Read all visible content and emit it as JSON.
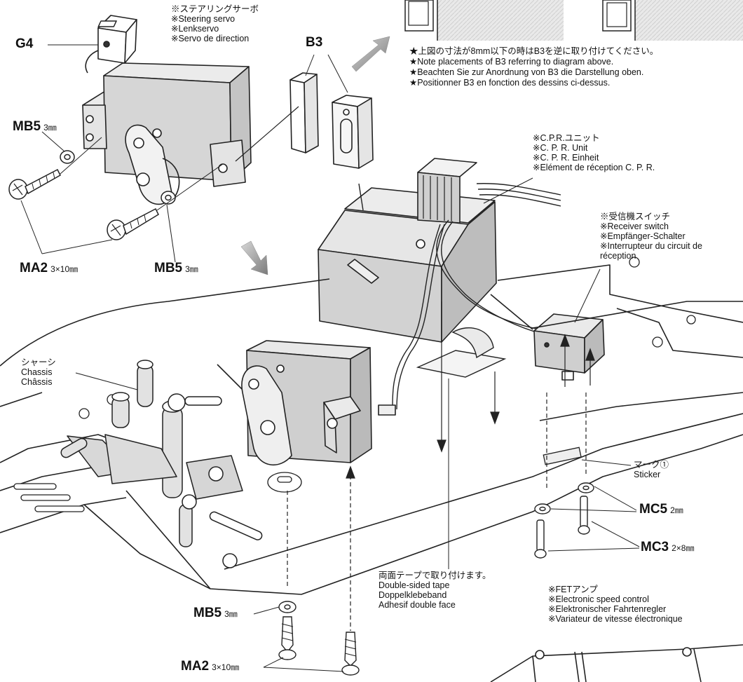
{
  "top_note": {
    "lines": [
      "★上図の寸法が8mm以下の時はB3を逆に取り付けてください。",
      "★Note placements of B3 referring to diagram above.",
      "★Beachten Sie zur Anordnung von B3 die Darstellung oben.",
      "★Positionner B3 en fonction des dessins ci-dessus."
    ]
  },
  "steering_servo": {
    "lines": [
      "※ステアリングサーボ",
      "※Steering servo",
      "※Lenkservo",
      "※Servo de direction"
    ]
  },
  "cpr_unit": {
    "lines": [
      "※C.P.R.ユニット",
      "※C. P. R. Unit",
      "※C. P. R. Einheit",
      "※Elément de réception C. P. R."
    ]
  },
  "receiver_switch": {
    "lines": [
      "※受信機スイッチ",
      "※Receiver switch",
      "※Empfänger-Schalter",
      "※Interrupteur du circuit de",
      "réception"
    ]
  },
  "chassis": {
    "lines": [
      "シャーシ",
      "Chassis",
      "Châssis"
    ]
  },
  "sticker": {
    "lines": [
      "マーク①",
      "Sticker"
    ]
  },
  "tape": {
    "lines": [
      "両面テープで取り付けます。",
      "Double-sided tape",
      "Doppelklebeband",
      "Adhesif double face"
    ]
  },
  "fet": {
    "lines": [
      "※FETアンプ",
      "※Electronic speed control",
      "※Elektronischer Fahrtenregler",
      "※Variateur de vitesse électronique"
    ]
  },
  "parts": {
    "g4": {
      "code": "G4"
    },
    "b3": {
      "code": "B3"
    },
    "mb5_top": {
      "code": "MB5",
      "size": "3㎜"
    },
    "ma2_top": {
      "code": "MA2",
      "size": "3×10㎜"
    },
    "mb5_mid": {
      "code": "MB5",
      "size": "3㎜"
    },
    "mc5": {
      "code": "MC5",
      "size": "2㎜"
    },
    "mc3": {
      "code": "MC3",
      "size": "2×8㎜"
    },
    "mb5_bottom": {
      "code": "MB5",
      "size": "3㎜"
    },
    "ma2_bottom": {
      "code": "MA2",
      "size": "3×10㎜"
    }
  }
}
